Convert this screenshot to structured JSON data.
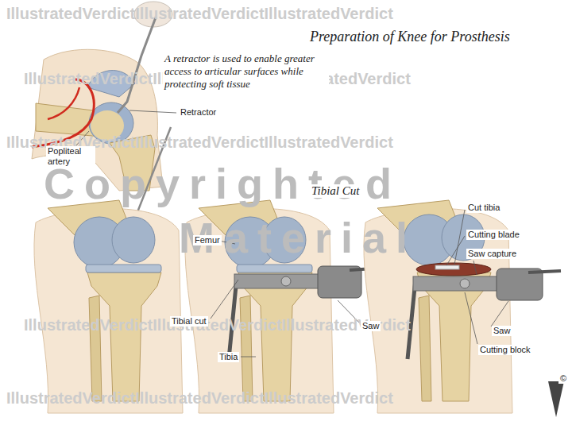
{
  "diagram": {
    "title": "Preparation of Knee for Prosthesis",
    "labels": [
      "A retractor is used to enable greater access to articular surfaces while protecting soft tissue",
      "Retractor",
      "Popliteal artery",
      "Tibial Cut",
      "Femur",
      "Tibial cut",
      "Tibia",
      "Saw",
      "Cut tibia",
      "Cutting blade",
      "Saw capture",
      "Saw",
      "Cutting block",
      "Copyrighted",
      "Material",
      "©",
      "IllustratedVerdictIllustratedVerdictIllustratedVerdict",
      "IllustratedVerdictIllustratedVerdictIllustratedVerdict",
      "IllustratedVerdictIllustratedVerdictIllustratedVerdict",
      "IllustratedVerdictIllustratedVerdictIllustratedVerdict",
      "IllustratedVerdictIllustratedVerdictIllustratedVerdict"
    ]
  }
}
